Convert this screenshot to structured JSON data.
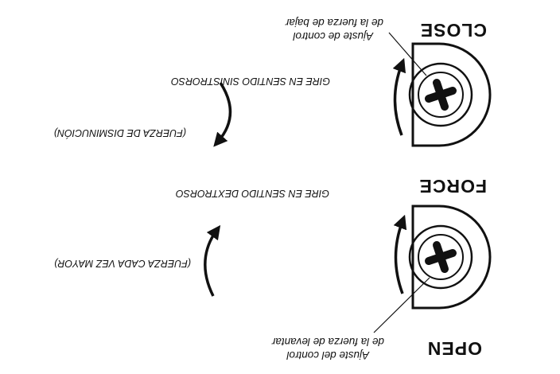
{
  "knobs": {
    "open": {
      "title": "OPEN",
      "adjust_line1": "Ajuste del control",
      "adjust_line2": "de la fuerza de levantar"
    },
    "force": {
      "title": "FORCE"
    },
    "close": {
      "title": "CLOSE",
      "adjust_line1": "Ajuste de control",
      "adjust_line2": "de la fuerza de bajar"
    }
  },
  "directions": {
    "clockwise": {
      "instruction": "GIRE EN SENTIDO DEXTRORSO",
      "effect": "(FUERZA CADA VEZ MAYOR)"
    },
    "counterclockwise": {
      "instruction": "GIRE EN SENTIDO SINISTRORSO",
      "effect": "(FUERZA DE DISMINUCIÓN)"
    }
  },
  "colors": {
    "ink": "#111111",
    "background": "#ffffff"
  },
  "icons": [
    "phillips-screw-icon",
    "curved-arrow-icon",
    "leader-line"
  ]
}
